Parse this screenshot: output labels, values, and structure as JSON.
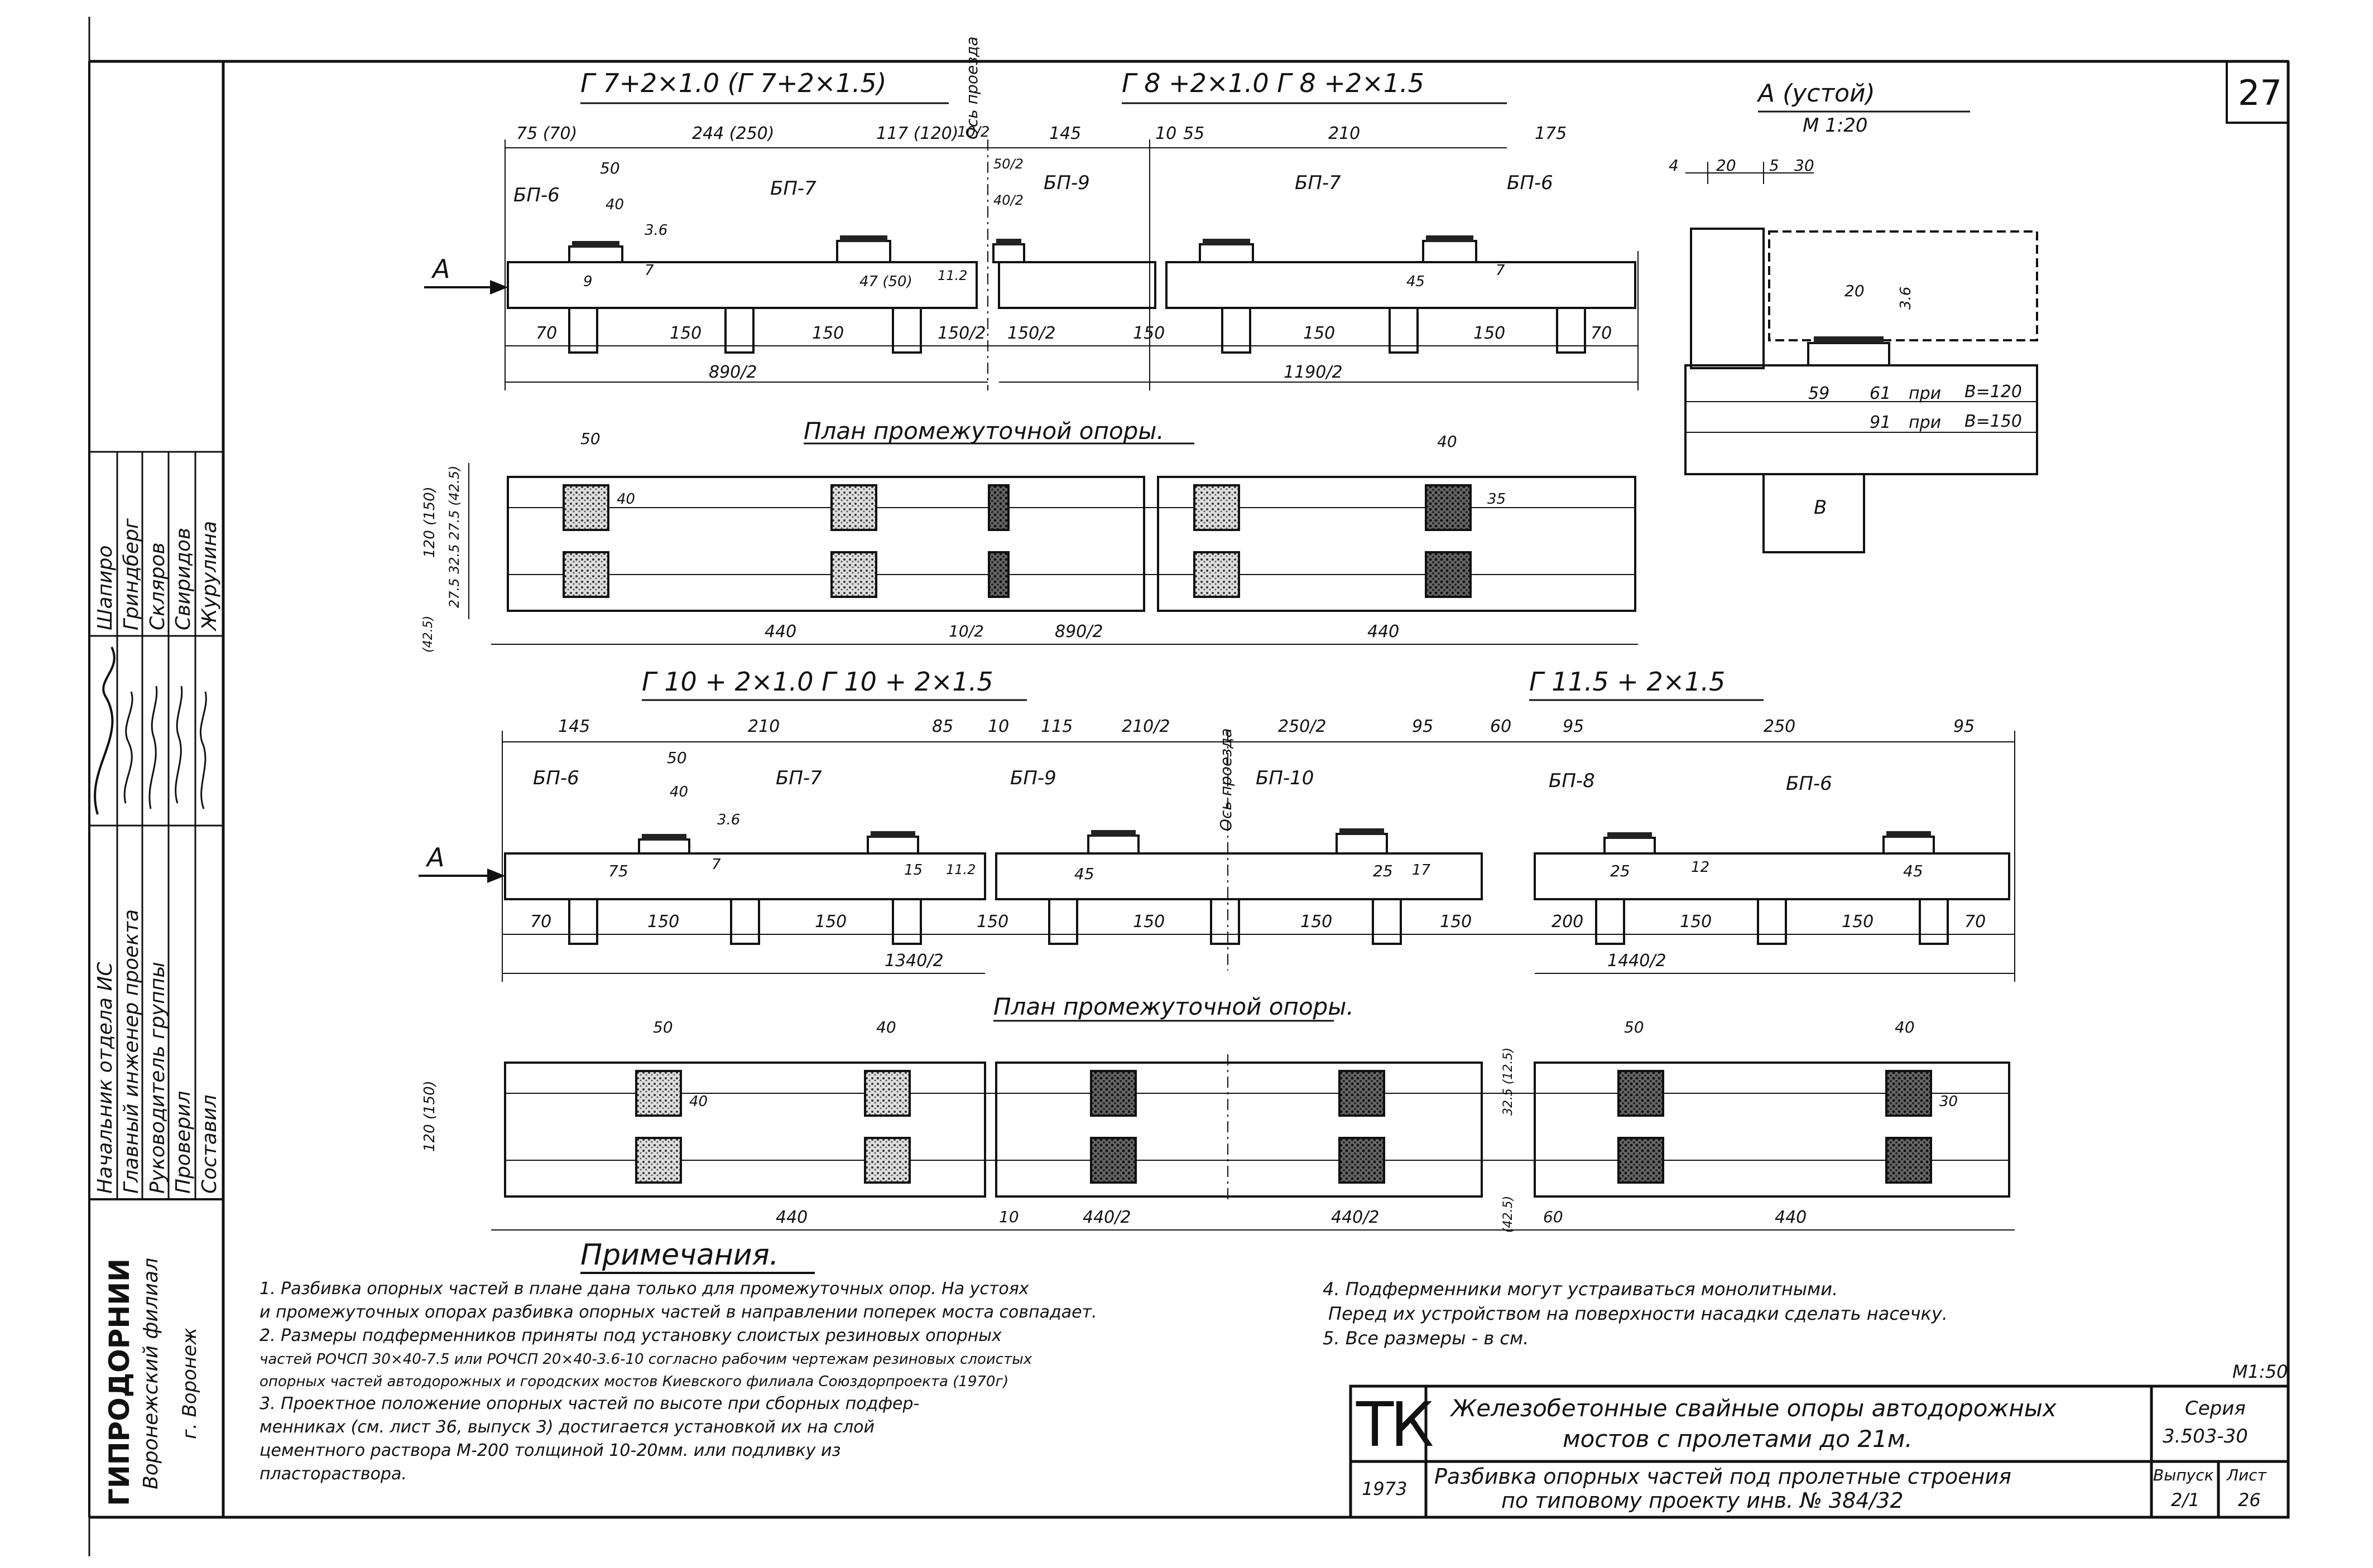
{
  "sheet": {
    "number": "27",
    "scale_main": "М1:50",
    "scale_view_a": "М 1:20"
  },
  "section1": {
    "title_left": "Г 7+2×1.0  (Г 7+2×1.5)",
    "title_right": "Г 8 +2×1.0    Г 8 +2×1.5",
    "top_dims_left": [
      "75 (70)",
      "244 (250)",
      "117 (120)",
      "10/2"
    ],
    "top_dims_right": [
      "145",
      "10",
      "55",
      "210",
      "175"
    ],
    "axis_label": "Ось проезда",
    "bearings": [
      "БП-6",
      "БП-7",
      "БП-9",
      "БП-7",
      "БП-6"
    ],
    "small_dims": [
      "50",
      "40",
      "3.6",
      "7",
      "9",
      "47 (50)",
      "11.2",
      "50/2",
      "40/2",
      "45",
      "7"
    ],
    "bottom_dims_left": [
      "70",
      "150",
      "150",
      "150/2"
    ],
    "bottom_dims_right": [
      "150/2",
      "150",
      "150",
      "150",
      "70"
    ],
    "total_left": "890/2",
    "total_right": "1190/2",
    "arrow_label": "А",
    "plan_title": "План промежуточной опоры.",
    "plan_dims": [
      "50",
      "40",
      "40",
      "35",
      "120 (150)",
      "27.5 32.5 27.5 (42.5)",
      "(42.5)",
      "440",
      "10/2",
      "890/2",
      "440"
    ]
  },
  "section2": {
    "title_left": "Г 10 + 2×1.0     Г 10 + 2×1.5",
    "title_right": "Г 11.5 + 2×1.5",
    "top_dims": [
      "145",
      "210",
      "85",
      "10",
      "115",
      "210/2",
      "250/2",
      "95",
      "60",
      "95",
      "250",
      "95"
    ],
    "axis_label": "Ось проезда",
    "bearings": [
      "БП-6",
      "БП-7",
      "БП-9",
      "БП-10",
      "БП-8",
      "БП-6"
    ],
    "small_dims": [
      "50",
      "40",
      "3.6",
      "7",
      "75",
      "15",
      "11.2",
      "45",
      "25",
      "17",
      "12",
      "25",
      "45"
    ],
    "bottom_dims": [
      "70",
      "150",
      "150",
      "150",
      "150",
      "150",
      "150",
      "200",
      "150",
      "150",
      "70"
    ],
    "total_left": "1340/2",
    "total_right": "1440/2",
    "arrow_label": "А",
    "plan_title": "План промежуточной опоры.",
    "plan_dims": [
      "50",
      "40",
      "50",
      "40",
      "40",
      "30",
      "120 (150)",
      "32.5 (12.5)",
      "(42.5)",
      "440",
      "10",
      "440/2",
      "440/2",
      "60",
      "440"
    ]
  },
  "view_a": {
    "title": "А  (устой)",
    "scale": "М 1:20",
    "dims": [
      "4",
      "20",
      "5",
      "30",
      "20",
      "3.6",
      "59",
      "61",
      "91"
    ],
    "labels": [
      "при",
      "при",
      "В=120",
      "В=150",
      "В"
    ]
  },
  "notes": {
    "heading": "Примечания.",
    "left": [
      "1. Разбивка опорных частей в плане дана только для промежуточных опор. На устоях",
      "и промежуточных опорах разбивка опорных частей в направлении поперек моста совпадает.",
      "2. Размеры подферменников приняты под установку слоистых резиновых опорных",
      "частей РОЧСП 30×40-7.5 или РОЧСП 20×40-3.6-10 согласно рабочим чертежам резиновых слоистых",
      "опорных частей автодорожных и городских мостов Киевского филиала Союздорпроекта (1970г)",
      "3. Проектное положение опорных частей по высоте при сборных подфер-",
      "менниках (см. лист 36, выпуск 3) достигается установкой их на слой",
      "цементного раствора М-200 толщиной 10-20мм. или подливку из",
      "пластораствора."
    ],
    "right": [
      "4. Подферменники могут устраиваться монолитными.",
      "Перед их устройством на поверхности насадки сделать насечку.",
      "5. Все размеры - в см."
    ]
  },
  "title_block": {
    "logo": "ТК",
    "year": "1973",
    "title_line1": "Железобетонные свайные опоры автодорожных",
    "title_line2": "мостов с пролетами до 21м.",
    "subtitle_line1": "Разбивка опорных частей под пролетные строения",
    "subtitle_line2": "по типовому проекту инв. № 384/32",
    "series_label": "Серия",
    "series_value": "3.503-30",
    "issue_label": "Выпуск",
    "issue_value": "2/1",
    "sheet_label": "Лист",
    "sheet_value": "26"
  },
  "side_stamp": {
    "org": "ГИПРОДОРНИИ",
    "branch": "Воронежский филиал",
    "city": "г. Воронеж",
    "roles": [
      "Начальник отдела ИС",
      "Главный инженер проекта",
      "Руководитель группы",
      "Проверил",
      "Составил"
    ],
    "names": [
      "Шапиро",
      "Гриндберг",
      "Скляров",
      "Свиридов",
      "Журулина"
    ]
  }
}
